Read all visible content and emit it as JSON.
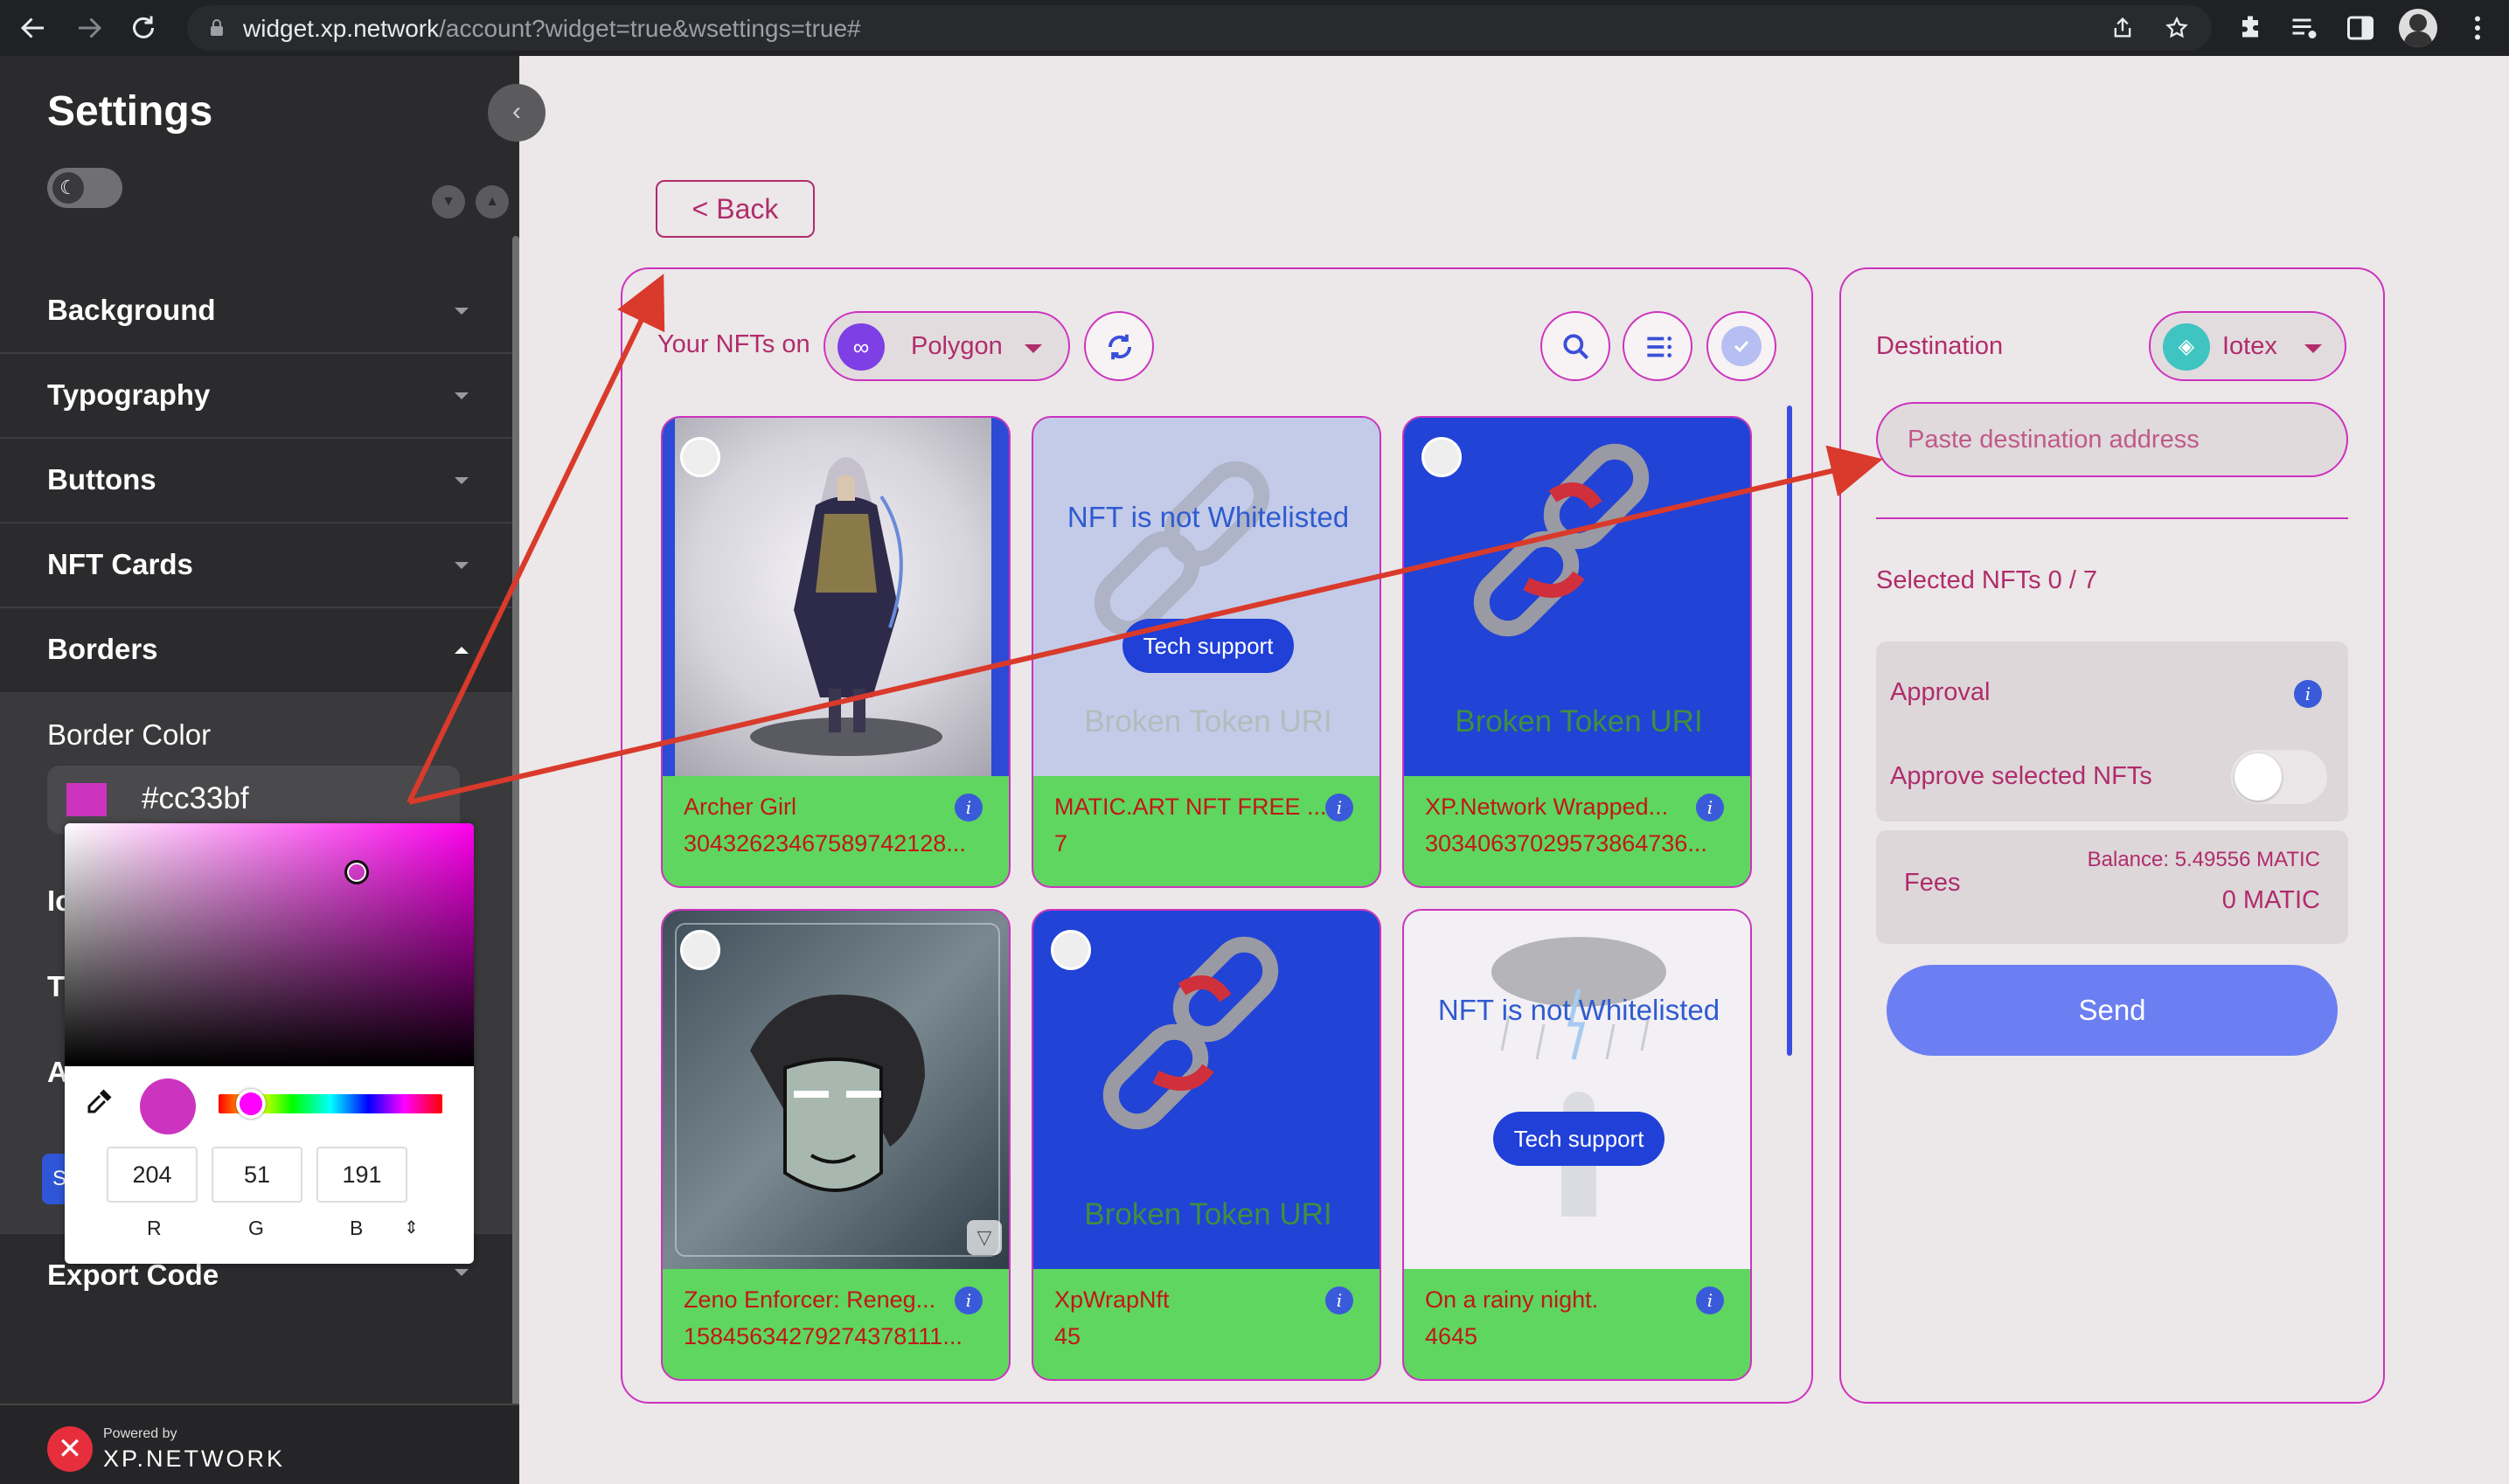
{
  "browser": {
    "host": "widget.xp.network",
    "path": "/account?widget=true&wsettings=true#"
  },
  "sidebar": {
    "title": "Settings",
    "sections": [
      {
        "label": "Background",
        "expanded": false
      },
      {
        "label": "Typography",
        "expanded": false
      },
      {
        "label": "Buttons",
        "expanded": false
      },
      {
        "label": "NFT Cards",
        "expanded": false
      },
      {
        "label": "Borders",
        "expanded": true
      }
    ],
    "border_color_label": "Border Color",
    "border_color_value": "#cc33bf",
    "hidden_items_first_chars": [
      "Ic",
      "T",
      "A",
      "S"
    ],
    "export_label": "Export Code",
    "footer": {
      "powered_by": "Powered by",
      "brand": "XP.NETWORK"
    }
  },
  "color_picker": {
    "r": "204",
    "g": "51",
    "b": "191",
    "r_label": "R",
    "g_label": "G",
    "b_label": "B",
    "mode_toggle": "⇕"
  },
  "main": {
    "back_label": "< Back",
    "your_nfts_label": "Your NFTs on",
    "chain": "Polygon",
    "nfts": [
      {
        "name": "Archer Girl",
        "id": "30432623467589742128...",
        "kind": "image"
      },
      {
        "name": "MATIC.ART NFT FREE ...",
        "id": "7",
        "kind": "not_whitelisted",
        "notice": "NFT is not Whitelisted",
        "tech": "Tech support",
        "broken": "Broken Token URI"
      },
      {
        "name": "XP.Network Wrapped...",
        "id": "30340637029573864736...",
        "kind": "broken",
        "broken": "Broken Token URI"
      },
      {
        "name": "Zeno Enforcer: Reneg...",
        "id": "15845634279274378111...",
        "kind": "image"
      },
      {
        "name": "XpWrapNft",
        "id": "45",
        "kind": "broken",
        "broken": "Broken Token URI"
      },
      {
        "name": "On a rainy night.",
        "id": "4645",
        "kind": "not_whitelisted_rain",
        "notice": "NFT is not Whitelisted",
        "tech": "Tech support"
      }
    ]
  },
  "destination": {
    "label": "Destination",
    "chain": "Iotex",
    "address_placeholder": "Paste destination address",
    "selected_label": "Selected NFTs 0 / 7",
    "approval_title": "Approval",
    "approve_label": "Approve selected NFTs",
    "fees_label": "Fees",
    "balance": "Balance: 5.49556 MATIC",
    "fee_value": "0 MATIC",
    "send_label": "Send"
  },
  "colors": {
    "accent": "#cc33bf",
    "brand_text": "#b02c6c",
    "card_footer": "#5fd65f",
    "send": "#6b7ff2",
    "annotation_arrow": "#d93a2b"
  }
}
